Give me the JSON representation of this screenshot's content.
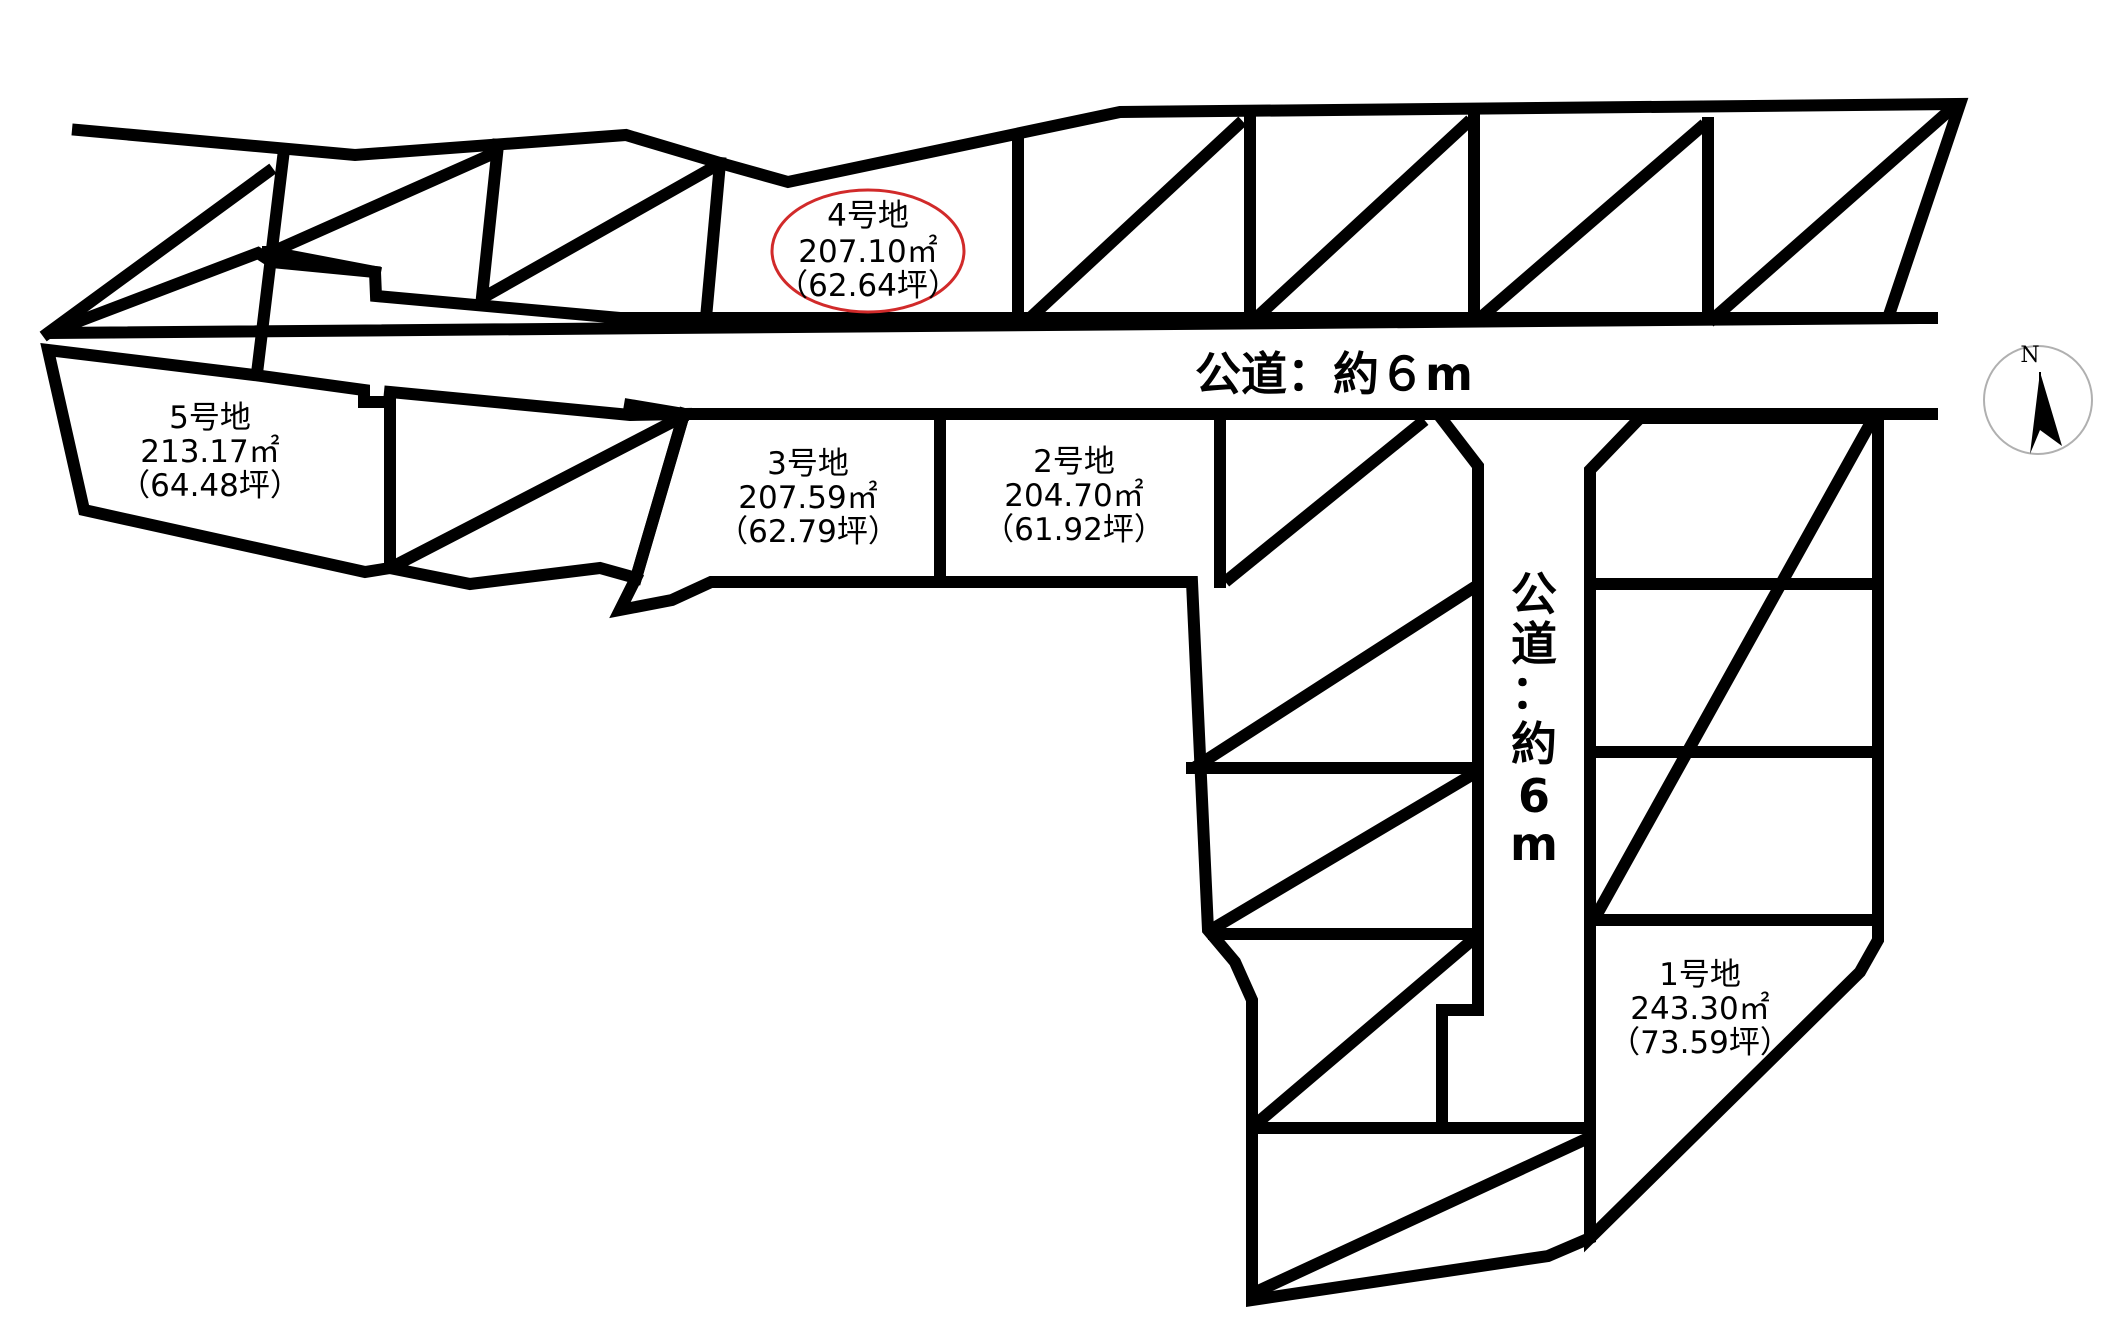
{
  "lots": [
    {
      "id": "lot-1",
      "name": "1号地",
      "area": "243.30㎡",
      "tsubo": "（73.59坪）"
    },
    {
      "id": "lot-2",
      "name": "2号地",
      "area": "204.70㎡",
      "tsubo": "（61.92坪）"
    },
    {
      "id": "lot-3",
      "name": "3号地",
      "area": "207.59㎡",
      "tsubo": "（62.79坪）"
    },
    {
      "id": "lot-4",
      "name": "4号地",
      "area": "207.10㎡",
      "tsubo": "（62.64坪）"
    },
    {
      "id": "lot-5",
      "name": "5号地",
      "area": "213.17㎡",
      "tsubo": "（64.48坪）"
    }
  ],
  "roads": {
    "horizontal": "公道：約６m",
    "vertical": [
      "公",
      "道",
      "：",
      "約",
      "6",
      "m"
    ]
  },
  "compass": {
    "north": "N"
  },
  "colors": {
    "line": "#000000",
    "highlight": "#d12a2a",
    "background": "#ffffff"
  },
  "highlighted_lot": "lot-4"
}
